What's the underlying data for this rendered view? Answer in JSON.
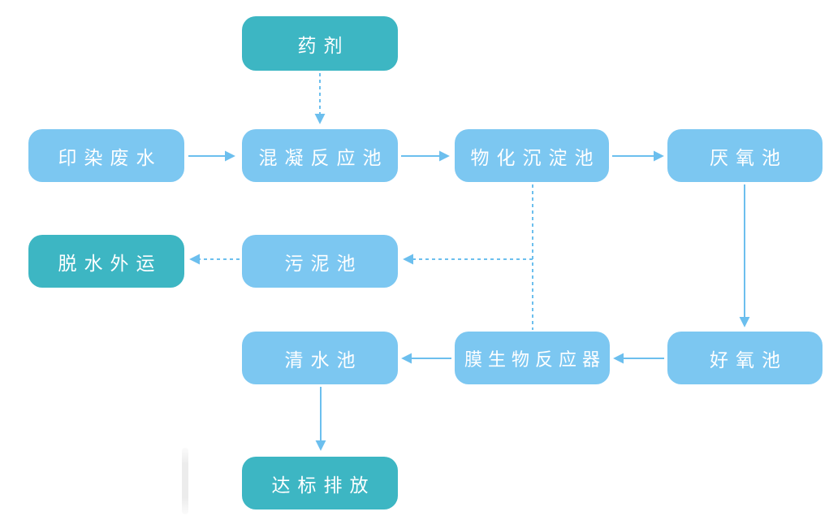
{
  "diagram": {
    "type": "flowchart",
    "nodes": [
      {
        "id": "chemical",
        "label": "药剂",
        "style": "teal"
      },
      {
        "id": "dyeing-wastewater",
        "label": "印染废水",
        "style": "blue"
      },
      {
        "id": "coagulation-tank",
        "label": "混凝反应池",
        "style": "blue"
      },
      {
        "id": "physicochemical-sedimentation-tank",
        "label": "物化沉淀池",
        "style": "blue"
      },
      {
        "id": "anaerobic-tank",
        "label": "厌氧池",
        "style": "blue"
      },
      {
        "id": "dewatering-transport",
        "label": "脱水外运",
        "style": "teal"
      },
      {
        "id": "sludge-tank",
        "label": "污泥池",
        "style": "blue"
      },
      {
        "id": "clear-water-tank",
        "label": "清水池",
        "style": "blue"
      },
      {
        "id": "membrane-bioreactor",
        "label": "膜生物反应器",
        "style": "blue"
      },
      {
        "id": "aerobic-tank",
        "label": "好氧池",
        "style": "blue"
      },
      {
        "id": "standard-discharge",
        "label": "达标排放",
        "style": "teal"
      }
    ],
    "edges": [
      {
        "from": "chemical",
        "to": "coagulation-tank",
        "line": "dashed"
      },
      {
        "from": "dyeing-wastewater",
        "to": "coagulation-tank",
        "line": "solid"
      },
      {
        "from": "coagulation-tank",
        "to": "physicochemical-sedimentation-tank",
        "line": "solid"
      },
      {
        "from": "physicochemical-sedimentation-tank",
        "to": "anaerobic-tank",
        "line": "solid"
      },
      {
        "from": "anaerobic-tank",
        "to": "aerobic-tank",
        "line": "solid"
      },
      {
        "from": "aerobic-tank",
        "to": "membrane-bioreactor",
        "line": "solid"
      },
      {
        "from": "membrane-bioreactor",
        "to": "clear-water-tank",
        "line": "solid"
      },
      {
        "from": "clear-water-tank",
        "to": "standard-discharge",
        "line": "solid"
      },
      {
        "from": "physicochemical-sedimentation-tank",
        "to": "sludge-tank",
        "line": "dashed"
      },
      {
        "from": "membrane-bioreactor",
        "to": "sludge-tank",
        "line": "dashed"
      },
      {
        "from": "sludge-tank",
        "to": "dewatering-transport",
        "line": "dashed"
      }
    ],
    "colors": {
      "node_blue": "#7cc7f1",
      "node_teal": "#3db6c3",
      "arrow": "#6cbfee",
      "text": "#ffffff",
      "background": "#ffffff"
    }
  }
}
